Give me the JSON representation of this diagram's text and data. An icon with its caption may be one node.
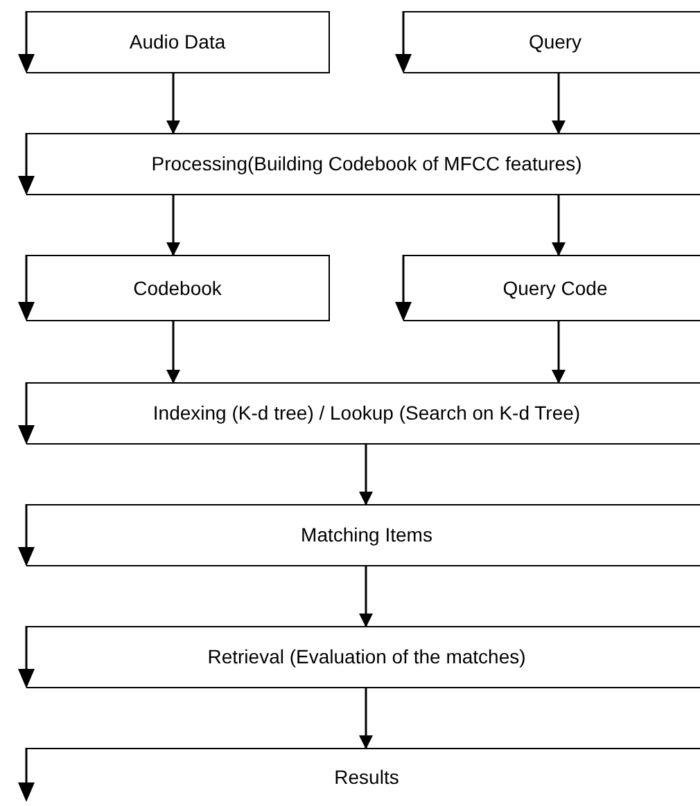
{
  "diagram": {
    "nodes": [
      {
        "text": [
          "Audio Data"
        ]
      },
      {
        "text": [
          "Query"
        ]
      },
      {
        "text": [
          "Processing(Building Codebook of MFCC features)"
        ]
      },
      {
        "text": [
          "Codebook"
        ]
      },
      {
        "text": [
          "Query Code"
        ]
      },
      {
        "text": [
          "Indexing (K-d tree) / Lookup (Search on K-d Tree)"
        ]
      },
      {
        "text": [
          "Matching Items"
        ]
      },
      {
        "text": [
          "Retrieval (Evaluation of the matches)"
        ]
      },
      {
        "text": [
          "Results"
        ]
      }
    ],
    "edges": [
      {
        "from": 0,
        "to": 2,
        "arrow": "to"
      },
      {
        "from": 1,
        "to": 2,
        "arrow": "to"
      },
      {
        "from": 2,
        "to": 3,
        "arrow": "to"
      },
      {
        "from": 2,
        "to": 4,
        "arrow": "to"
      },
      {
        "from": 3,
        "to": 5,
        "arrow": "to"
      },
      {
        "from": 4,
        "to": 5,
        "arrow": "to"
      },
      {
        "from": 5,
        "to": 6,
        "arrow": "to"
      },
      {
        "from": 6,
        "to": 7,
        "arrow": "to"
      },
      {
        "from": 7,
        "to": 8,
        "arrow": "to"
      }
    ]
  }
}
